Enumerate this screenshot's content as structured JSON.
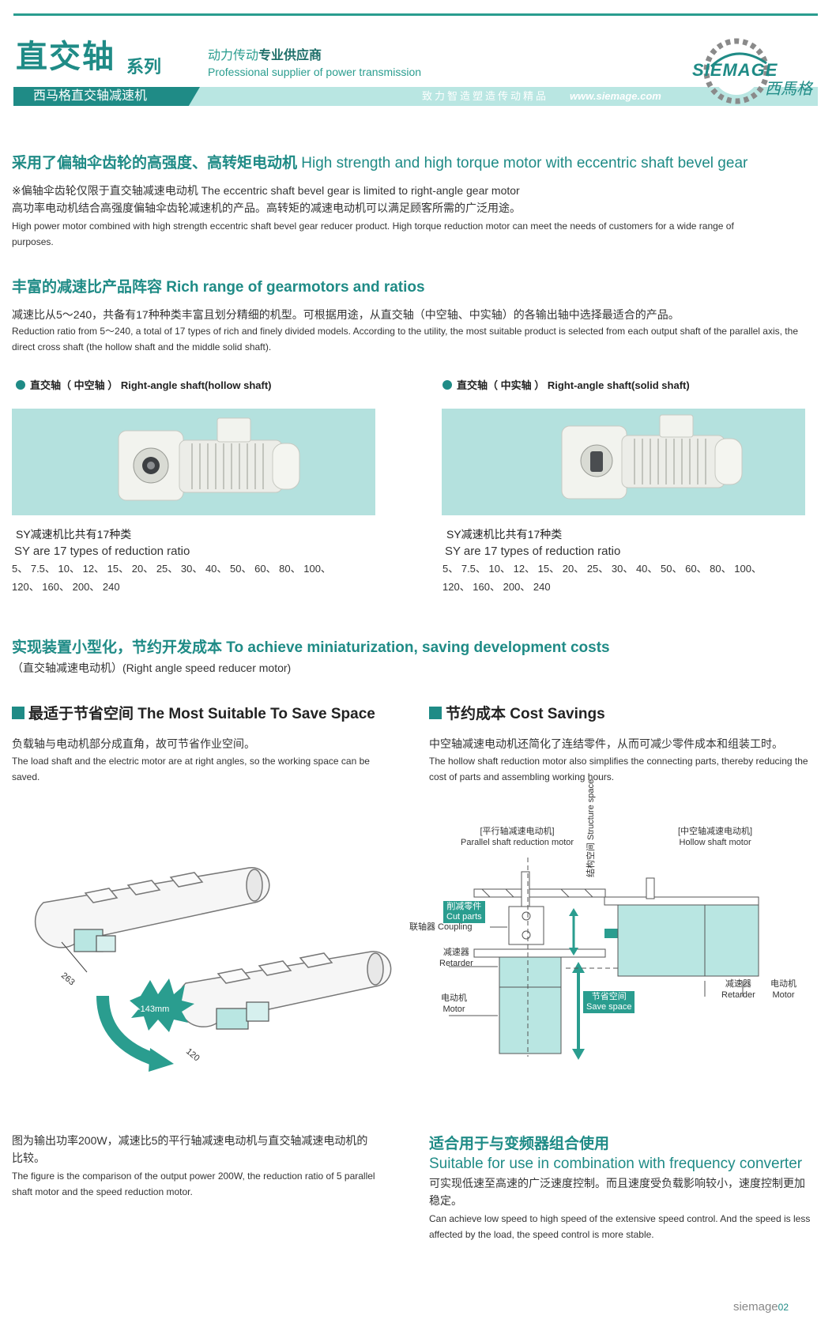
{
  "header": {
    "title": "直交轴",
    "series": "系列",
    "tagline_cn_a": "动力传动",
    "tagline_cn_b": "专业供应商",
    "tagline_en": "Professional supplier of power transmission",
    "band_label": "西马格直交轴减速机",
    "band_slogan": "致力智造塑造传动精品",
    "url": "www.siemage.com",
    "logo_text": "SIEMAGE",
    "logo_cn": "西馬格",
    "brand_color": "#1f8b86"
  },
  "sec1": {
    "title_cn": "采用了偏轴伞齿轮的高强度、高转矩电动机",
    "title_en": "High strength and high torque motor with eccentric shaft bevel gear",
    "note": "※偏轴伞齿轮仅限于直交轴减速电动机 The eccentric shaft bevel gear is limited to right-angle gear motor",
    "body_cn": "高功率电动机结合高强度偏轴伞齿轮减速机的产品。高转矩的减速电动机可以满足顾客所需的广泛用途。",
    "body_en": "High power motor combined with high strength eccentric shaft bevel gear reducer product. High torque reduction motor can meet the needs of customers for a wide range of purposes."
  },
  "sec2": {
    "title_cn": "丰富的减速比产品阵容",
    "title_en": "Rich range of gearmotors and ratios",
    "body_cn": "减速比从5～240，共备有17种种类丰富且划分精细的机型。可根据用途，从直交轴（中空轴、中实轴）的各输出轴中选择最适合的产品。",
    "body_en": "Reduction ratio from 5～240, a total of 17 types of rich and finely divided models. According to the utility, the most suitable product is selected from each output shaft of the parallel axis, the direct cross shaft (the hollow shaft and the middle solid shaft)."
  },
  "products": [
    {
      "head_cn": "直交轴（ 中空轴 ）",
      "head_en": "Right-angle shaft(hollow shaft)",
      "ratio_cn": "SY减速机比共有17种类",
      "ratio_en": "SY are 17 types of reduction ratio",
      "ratios": "5、 7.5、 10、 12、 15、 20、 25、 30、 40、 50、 60、 80、 100、 120、 160、 200、 240"
    },
    {
      "head_cn": "直交轴（ 中实轴 ）",
      "head_en": "Right-angle shaft(solid shaft)",
      "ratio_cn": "SY减速机比共有17种类",
      "ratio_en": "SY are 17 types of reduction ratio",
      "ratios": "5、 7.5、 10、 12、 15、 20、 25、 30、 40、 50、 60、 80、 100、 120、 160、 200、 240"
    }
  ],
  "sec3": {
    "title_cn": "实现装置小型化，节约开发成本",
    "title_en": "To achieve miniaturization, saving development costs",
    "sub": "（直交轴减速电动机）(Right angle speed reducer motor)"
  },
  "space": {
    "title_cn": "最适于节省空间",
    "title_en": "The Most Suitable To Save Space",
    "body_cn": "负载轴与电动机部分成直角，故可节省作业空间。",
    "body_en": "The load shaft and the electric motor are at right angles, so the working space can be saved.",
    "dim_a": "263",
    "dim_b": "120",
    "badge": "-143mm"
  },
  "cost": {
    "title_cn": "节约成本",
    "title_en": "Cost Savings",
    "body_cn": "中空轴减速电动机还简化了连结零件，从而可减少零件成本和组装工时。",
    "body_en": "The hollow shaft reduction motor also simplifies the connecting parts, thereby reducing the cost of parts and assembling working hours."
  },
  "diagram": {
    "parallel_cn": "[平行轴减速电动机]",
    "parallel_en": "Parallel shaft reduction motor",
    "hollow_cn": "[中空轴减速电动机]",
    "hollow_en": "Hollow shaft motor",
    "cut_cn": "削减零件",
    "cut_en": "Cut parts",
    "coupling": "联轴器 Coupling",
    "structure_cn": "结构空间",
    "structure_en": "Structure space",
    "retarder_cn": "减速器",
    "retarder_en": "Retarder",
    "motor_cn": "电动机",
    "motor_en": "Motor",
    "save_cn": "节省空间",
    "save_en": "Save space"
  },
  "compare": {
    "body_cn_1": "图为输出功率200W，减速比5的平行轴减速电动机与直交轴减速电动机的",
    "body_cn_2": "比较。",
    "body_en": "The figure is the comparison of the output power 200W, the reduction ratio of 5 parallel shaft motor and the speed reduction motor."
  },
  "inverter": {
    "title_cn": "适合用于与变频器组合使用",
    "title_en": "Suitable for use in combination with frequency converter",
    "body_cn_1": "可实现低速至高速的广泛速度控制。而且速度受负载影响较小，速度控制更加",
    "body_cn_2": "稳定。",
    "body_en": "Can achieve low speed to high speed of the extensive speed control. And the speed is less affected by the load, the speed control is more stable."
  },
  "footer": {
    "brand": "siemage",
    "page": "02"
  }
}
